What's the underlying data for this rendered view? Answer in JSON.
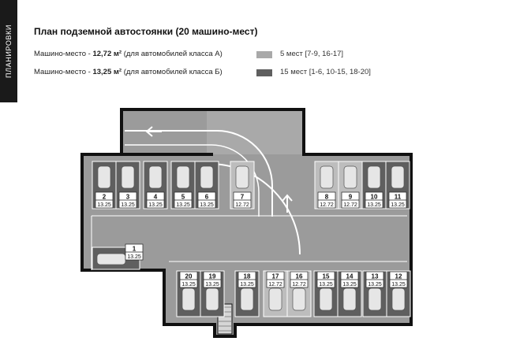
{
  "sidebar": {
    "label": "ПЛАНИРОВКИ"
  },
  "title": "План подземной автостоянки (20 машино-мест)",
  "legend": {
    "type_a": {
      "prefix": "Машино-место - ",
      "area": "12,72 м²",
      "suffix": " (для автомобилей класса А)"
    },
    "type_b": {
      "prefix": "Машино-место - ",
      "area": "13,25 м²",
      "suffix": " (для автомобилей класса Б)"
    },
    "light": {
      "text": "5 мест [7-9, 16-17]",
      "color": "#a9a9a9"
    },
    "dark": {
      "text": "15 мест [1-6, 10-15, 18-20]",
      "color": "#5f5f5f"
    }
  },
  "colors": {
    "wall": "#111111",
    "floor": "#9b9b9b",
    "floor_light": "#a9a9a9",
    "bay_dark": "#5f5f5f",
    "bay_light": "#bdbdbd",
    "marking": "#ffffff"
  },
  "spots": [
    {
      "num": "1",
      "area": "13.25",
      "tone": "dark"
    },
    {
      "num": "2",
      "area": "13.25",
      "tone": "dark"
    },
    {
      "num": "3",
      "area": "13.25",
      "tone": "dark"
    },
    {
      "num": "4",
      "area": "13.25",
      "tone": "dark"
    },
    {
      "num": "5",
      "area": "13.25",
      "tone": "dark"
    },
    {
      "num": "6",
      "area": "13.25",
      "tone": "dark"
    },
    {
      "num": "7",
      "area": "12.72",
      "tone": "light"
    },
    {
      "num": "8",
      "area": "12.72",
      "tone": "light"
    },
    {
      "num": "9",
      "area": "12.72",
      "tone": "light"
    },
    {
      "num": "10",
      "area": "13.25",
      "tone": "dark"
    },
    {
      "num": "11",
      "area": "13.25",
      "tone": "dark"
    },
    {
      "num": "12",
      "area": "13.25",
      "tone": "dark"
    },
    {
      "num": "13",
      "area": "13.25",
      "tone": "dark"
    },
    {
      "num": "14",
      "area": "13.25",
      "tone": "dark"
    },
    {
      "num": "15",
      "area": "13.25",
      "tone": "dark"
    },
    {
      "num": "16",
      "area": "12.72",
      "tone": "light"
    },
    {
      "num": "17",
      "area": "12.72",
      "tone": "light"
    },
    {
      "num": "18",
      "area": "13.25",
      "tone": "dark"
    },
    {
      "num": "19",
      "area": "13.25",
      "tone": "dark"
    },
    {
      "num": "20",
      "area": "13.25",
      "tone": "dark"
    }
  ]
}
